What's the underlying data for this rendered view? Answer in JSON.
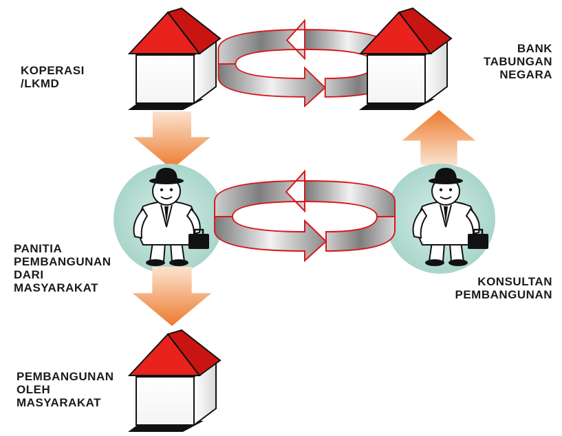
{
  "labels": {
    "koperasi": [
      "KOPERASI",
      "/LKMD"
    ],
    "bank": [
      "BANK",
      "TABUNGAN",
      "NEGARA"
    ],
    "panitia": [
      "PANITIA",
      "PEMBANGUNAN",
      "DARI",
      "MASYARAKAT"
    ],
    "konsultan": [
      "KONSULTAN",
      "PEMBANGUNAN"
    ],
    "pembangunan": [
      "PEMBANGUNAN",
      "OLEH",
      "MASYARAKAT"
    ]
  },
  "colors": {
    "roof": "#e8221c",
    "orange_arrow": "#f08a3c",
    "circle": "#b7ddd4",
    "ring_outline": "#d8161a"
  },
  "icons": [
    "house-icon",
    "businessman-icon",
    "cycle-arrows-icon",
    "down-arrow-icon",
    "up-arrow-icon"
  ]
}
